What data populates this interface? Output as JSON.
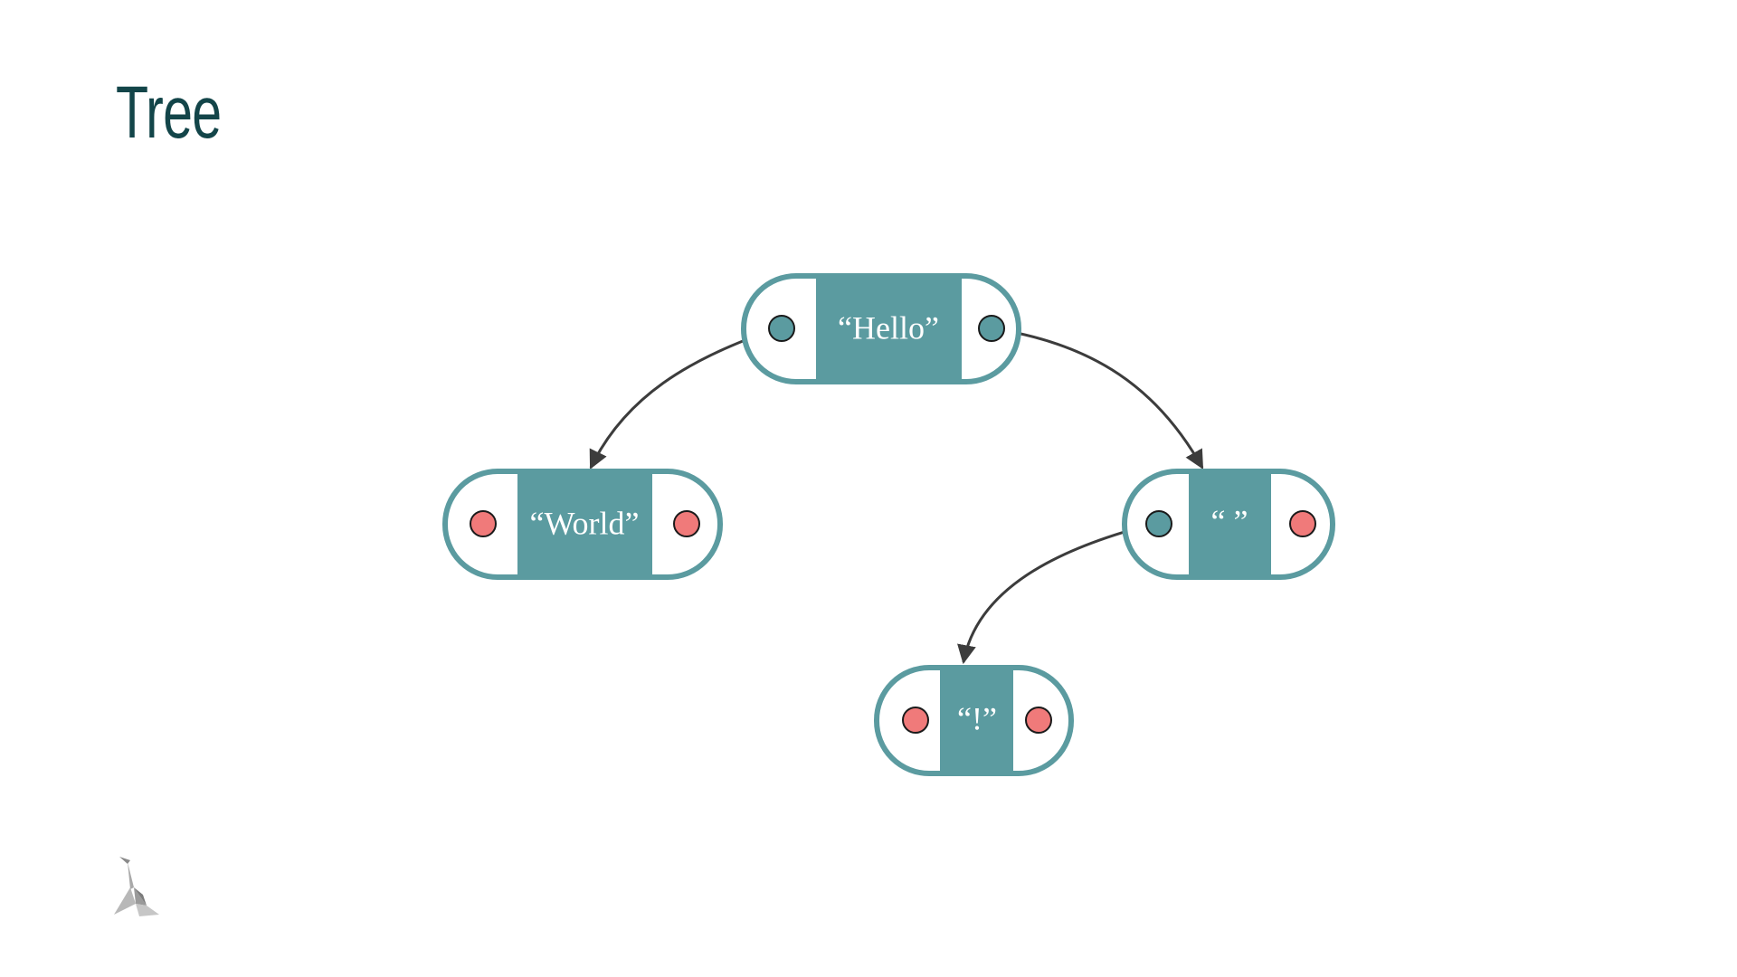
{
  "slide": {
    "title": "Tree"
  },
  "colors": {
    "title": "#134549",
    "node_fill": "#5b9ba0",
    "node_border": "#5b9ba0",
    "child_pointer_set": "#5b9ba0",
    "child_pointer_null": "#f07a7a",
    "edge": "#3c3c3c"
  },
  "tree": {
    "nodes": [
      {
        "id": "hello",
        "label": "“Hello”",
        "left": "set",
        "right": "set"
      },
      {
        "id": "world",
        "label": "“World”",
        "left": "null",
        "right": "null"
      },
      {
        "id": "space",
        "label": "“ ”",
        "left": "set",
        "right": "null"
      },
      {
        "id": "bang",
        "label": "“!”",
        "left": "null",
        "right": "null"
      }
    ],
    "edges": [
      {
        "from": "hello",
        "side": "left",
        "to": "world"
      },
      {
        "from": "hello",
        "side": "right",
        "to": "space"
      },
      {
        "from": "space",
        "side": "left",
        "to": "bang"
      }
    ]
  },
  "logo": {
    "icon": "origami-crane-logo"
  }
}
